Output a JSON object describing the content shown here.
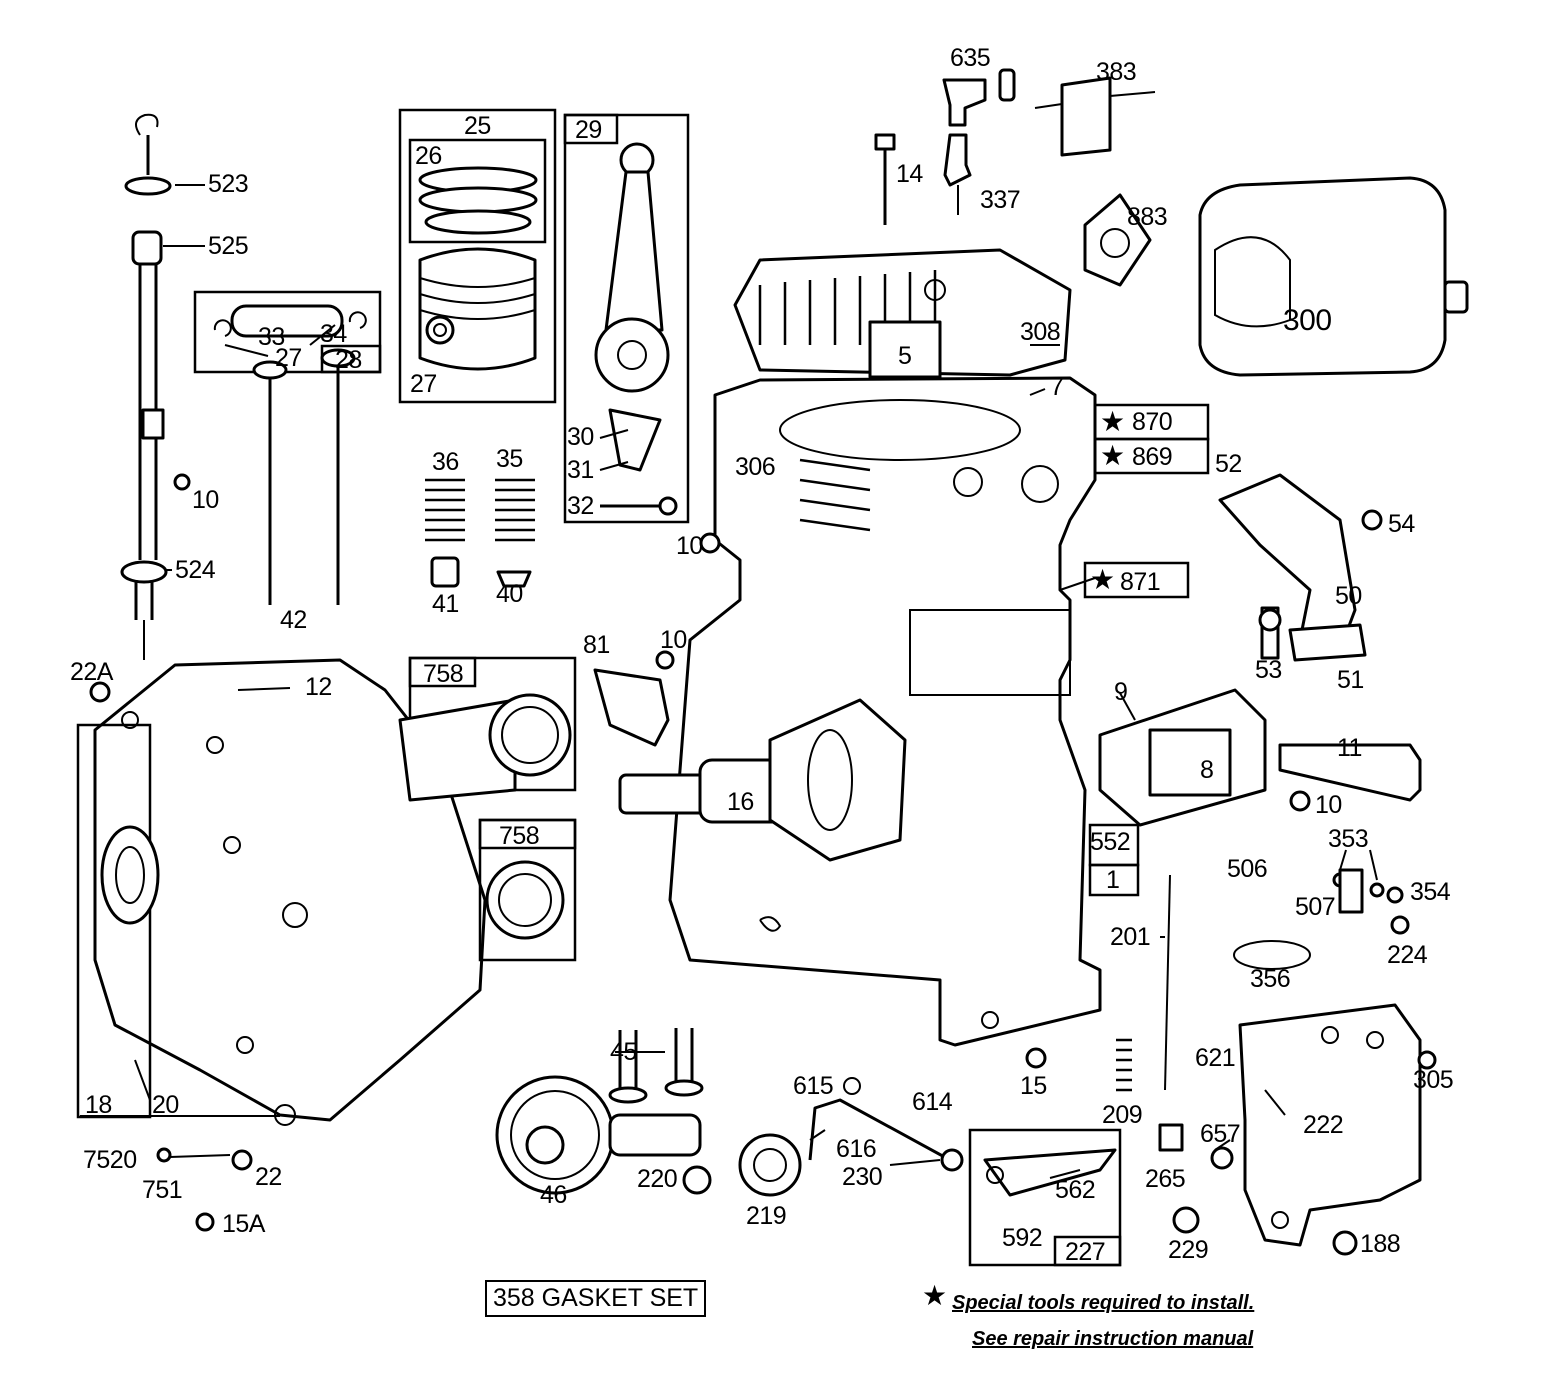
{
  "labels": {
    "p635": "635",
    "p383": "383",
    "p14": "14",
    "p337": "337",
    "p883": "883",
    "p300": "300",
    "p308": "308",
    "p5": "5",
    "p7": "7",
    "p25": "25",
    "p26": "26",
    "p29": "29",
    "p27a": "27",
    "p27b": "27",
    "p28": "28",
    "p30": "30",
    "p31": "31",
    "p32": "32",
    "p523": "523",
    "p525": "525",
    "p524": "524",
    "p10a": "10",
    "p33": "33",
    "p34": "34",
    "p42": "42",
    "p36": "36",
    "p35": "35",
    "p41": "41",
    "p40": "40",
    "p306": "306",
    "p870": "870",
    "p869": "869",
    "p52": "52",
    "p871": "871",
    "p10b": "10",
    "p54": "54",
    "p50": "50",
    "p53": "53",
    "p51": "51",
    "p22A": "22A",
    "p12": "12",
    "p758a": "758",
    "p758b": "758",
    "p81": "81",
    "p10c": "10",
    "p16": "16",
    "p9": "9",
    "p8": "8",
    "p11": "11",
    "p10d": "10",
    "p552": "552",
    "p1": "1",
    "p353": "353",
    "p506": "506",
    "p354": "354",
    "p507": "507",
    "p224": "224",
    "p201": "201",
    "p356": "356",
    "p621": "621",
    "p305": "305",
    "p222": "222",
    "p18": "18",
    "p20": "20",
    "p45": "45",
    "p15": "15",
    "p209": "209",
    "p615": "615",
    "p614": "614",
    "p616": "616",
    "p230": "230",
    "p657": "657",
    "p265": "265",
    "p562": "562",
    "p7520": "7520",
    "p751": "751",
    "p22": "22",
    "p15A": "15A",
    "p46": "46",
    "p220": "220",
    "p219": "219",
    "p592": "592",
    "p227": "227",
    "p229": "229",
    "p188": "188"
  },
  "gasket_set": "358 GASKET SET",
  "note_line1": "Special tools required to install.",
  "note_line2": "See repair instruction manual"
}
